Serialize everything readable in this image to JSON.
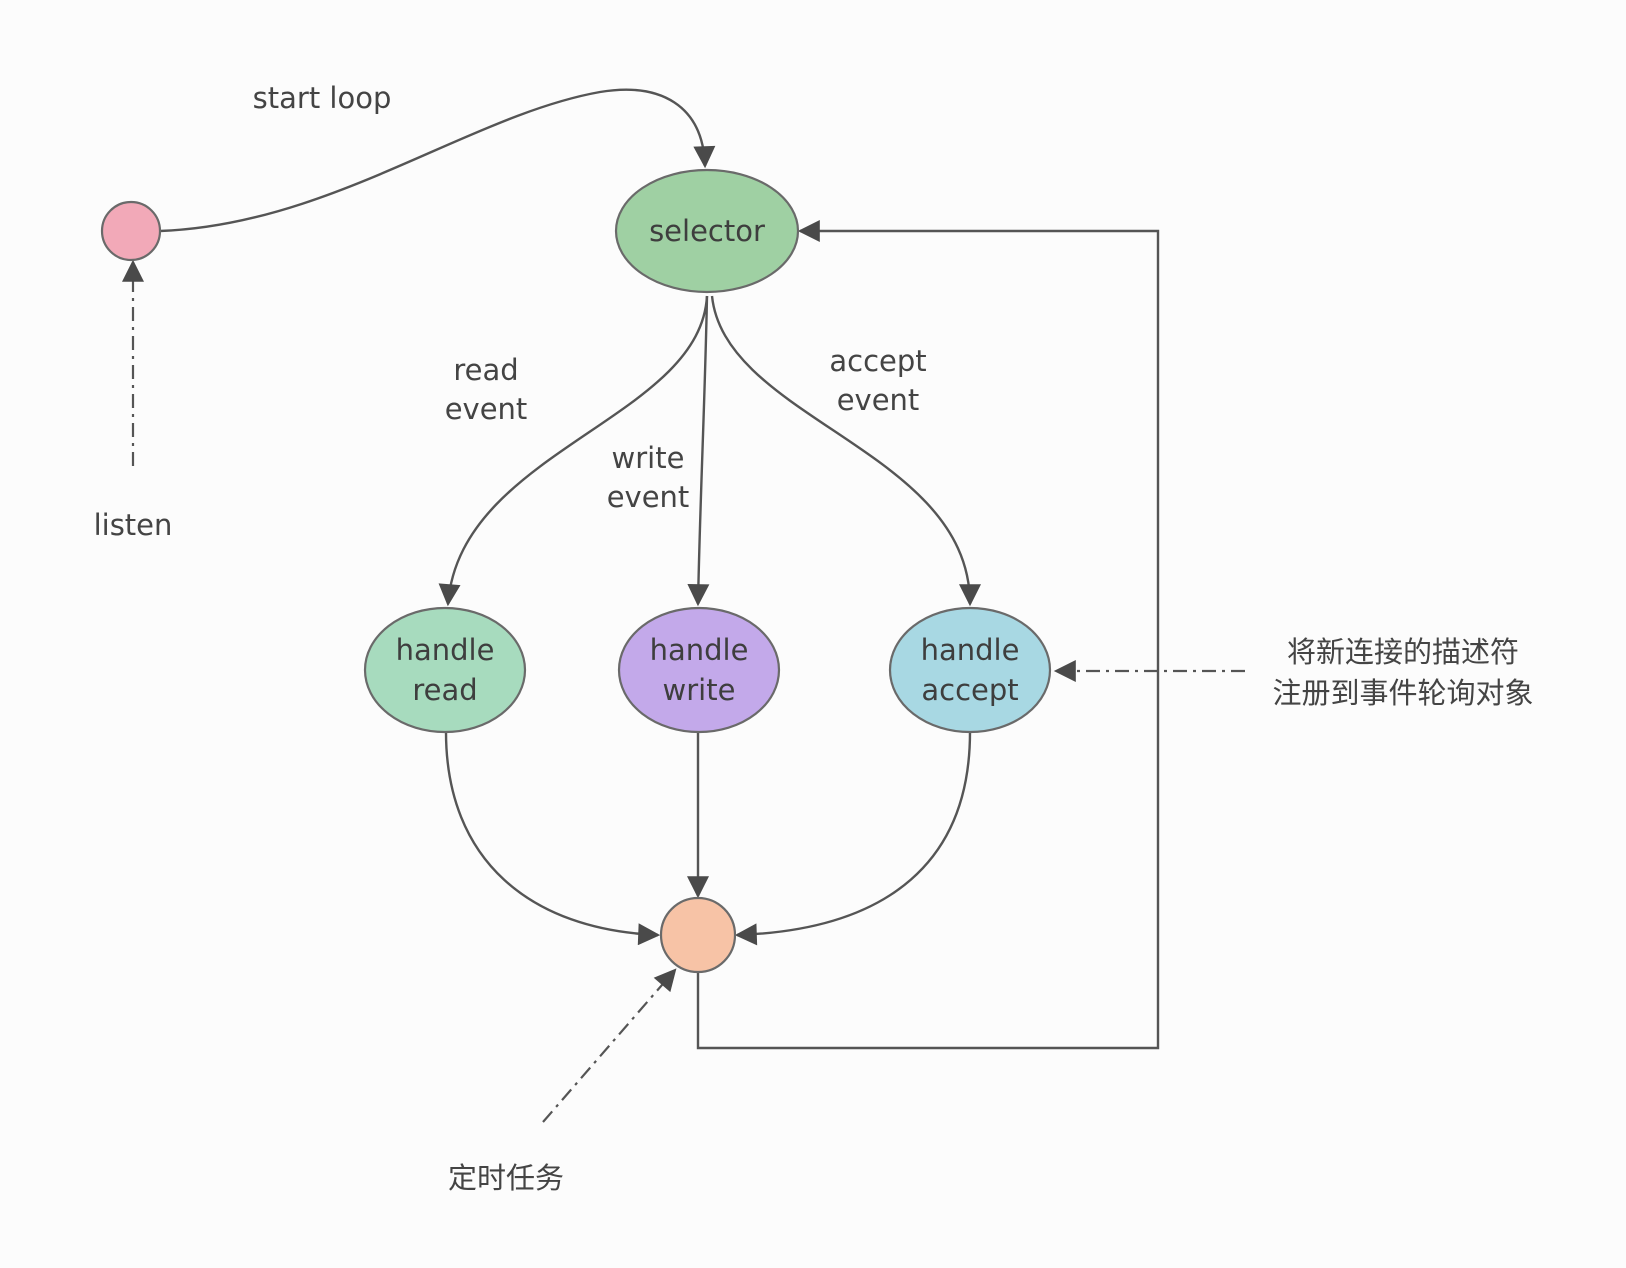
{
  "nodes": {
    "start": {
      "label": "",
      "color": "#f2a9b8"
    },
    "selector": {
      "label": "selector",
      "color": "#9fd0a3"
    },
    "handle_read": {
      "line1": "handle",
      "line2": "read",
      "color": "#a7dbbe"
    },
    "handle_write": {
      "line1": "handle",
      "line2": "write",
      "color": "#c3a9ea"
    },
    "handle_accept": {
      "line1": "handle",
      "line2": "accept",
      "color": "#a8d8e3"
    },
    "end": {
      "label": "",
      "color": "#f7c3a6"
    }
  },
  "edges": {
    "start_loop": "start loop",
    "read_event": {
      "line1": "read",
      "line2": "event"
    },
    "write_event": {
      "line1": "write",
      "line2": "event"
    },
    "accept_event": {
      "line1": "accept",
      "line2": "event"
    }
  },
  "annotations": {
    "listen": "listen",
    "register": {
      "line1": "将新连接的描述符",
      "line2": "注册到事件轮询对象"
    },
    "timer": "定时任务"
  }
}
